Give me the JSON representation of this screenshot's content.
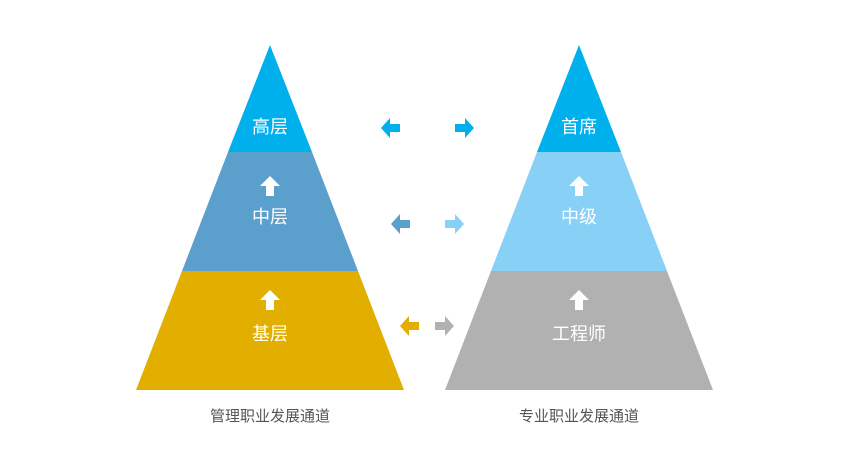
{
  "management": {
    "caption": "管理职业发展通道",
    "levels": [
      {
        "label": "高层",
        "color": "#00b0ec"
      },
      {
        "label": "中层",
        "color": "#5b9fcd"
      },
      {
        "label": "基层",
        "color": "#e2ae00"
      }
    ]
  },
  "professional": {
    "caption": "专业职业发展通道",
    "levels": [
      {
        "label": "首席",
        "color": "#00b0ec"
      },
      {
        "label": "中级",
        "color": "#88d0f5"
      },
      {
        "label": "工程师",
        "color": "#b1b1b1"
      }
    ]
  },
  "arrow_colors": {
    "top_left": "#00b0ec",
    "top_right": "#00b0ec",
    "mid_left": "#5b9fcd",
    "mid_right": "#88d0f5",
    "bot_left": "#e2ae00",
    "bot_right": "#b1b1b1"
  }
}
